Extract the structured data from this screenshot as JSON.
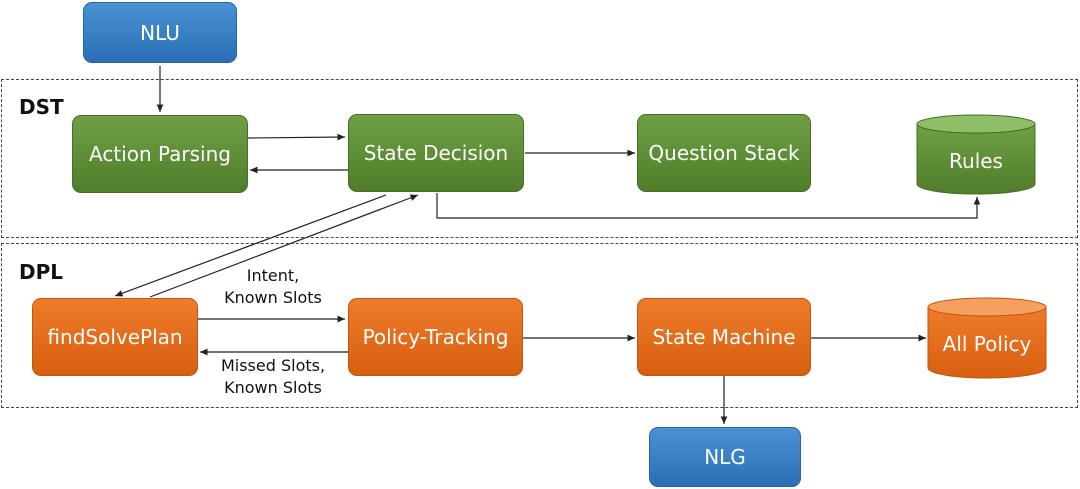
{
  "regions": {
    "dst": "DST",
    "dpl": "DPL"
  },
  "nodes": {
    "nlu": "NLU",
    "action_parsing": "Action Parsing",
    "state_decision": "State Decision",
    "question_stack": "Question Stack",
    "rules": "Rules",
    "find_solve_plan": "findSolvePlan",
    "policy_tracking": "Policy-Tracking",
    "state_machine": "State Machine",
    "all_policy": "All Policy",
    "nlg": "NLG"
  },
  "edge_labels": {
    "forward_line1": "Intent,",
    "forward_line2": "Known Slots",
    "back_line1": "Missed Slots,",
    "back_line2": "Known Slots"
  },
  "colors": {
    "blue": "#2a6fb6",
    "green": "#4f7d2a",
    "orange": "#d85f10"
  }
}
